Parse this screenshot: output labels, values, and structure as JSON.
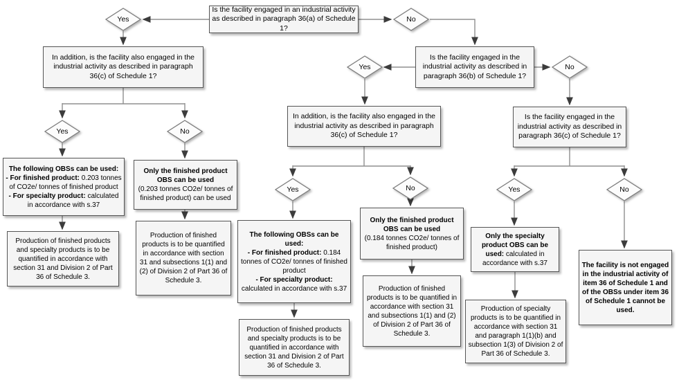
{
  "labels": {
    "yes": "Yes",
    "no": "No"
  },
  "nodes": {
    "q36a": {
      "text": "Is the facility engaged in an industrial activity as described in paragraph 36(a) of Schedule 1?"
    },
    "q36c_left": {
      "text": "In addition, is the facility also engaged in the industrial activity as described in paragraph 36(c) of Schedule 1?"
    },
    "q36b": {
      "text": "Is the facility engaged in the industrial activity as described in paragraph 36(b) of Schedule 1?"
    },
    "q36c_mid": {
      "text": "In addition, is the facility also engaged in the industrial activity as described in paragraph 36(c) of Schedule 1?"
    },
    "q36c_right": {
      "text": "Is the facility engaged in the industrial activity as described in paragraph 36(c) of Schedule 1?"
    },
    "obs_both_203": {
      "line1": "The following OBSs can be used:",
      "fin_label": "- For finished product:",
      "fin_value": "0.203 tonnes of CO2e/ tonnes of finished product",
      "spec_label": "- For specialty product:",
      "spec_value": "calculated in accordance with s.37"
    },
    "prod_fin_spec_left": {
      "text": "Production of finished products and specialty products is to be quantified in accordance with section 31 and Division 2 of Part 36 of Schedule 3."
    },
    "obs_fin_203": {
      "bold": "Only the finished product OBS can be used",
      "normal": "(0.203 tonnes CO2e/ tonnes of finished product) can be used"
    },
    "prod_fin_left": {
      "text": "Production of finished products is to be quantified in accordance with section 31 and subsections 1(1) and (2) of Division 2 of Part 36 of Schedule 3."
    },
    "obs_both_184": {
      "line1": "The following OBSs can be used:",
      "fin_label": "- For finished product:",
      "fin_value": "0.184 tonnes of CO2e/ tonnes of finished product",
      "spec_label": "- For specialty product:",
      "spec_value": "calculated in accordance with s.37"
    },
    "prod_fin_spec_mid": {
      "text": "Production of finished products and specialty products is to be quantified in accordance with section 31 and Division 2 of Part 36 of Schedule 3."
    },
    "obs_fin_184": {
      "bold": "Only the finished product OBS can be used",
      "normal": "(0.184 tonnes CO2e/ tonnes of finished product)"
    },
    "prod_fin_mid": {
      "text": "Production of finished products is to be quantified in accordance with section 31 and subsections 1(1) and (2) of Division 2 of Part 36 of Schedule 3."
    },
    "obs_spec": {
      "bold": "Only the specialty product OBS can be used:",
      "normal": "calculated in accordance with s.37"
    },
    "prod_spec": {
      "text": "Production of specialty products is to be quantified in accordance with section 31 and paragraph 1(1)(b) and subsection 1(3) of Division 2 of Part 36 of Schedule 3."
    },
    "not_engaged": {
      "text": "The facility is not engaged in the industrial activity of item 36 of Schedule 1 and of the OBSs under item 36 of Schedule 1 cannot be used."
    }
  }
}
